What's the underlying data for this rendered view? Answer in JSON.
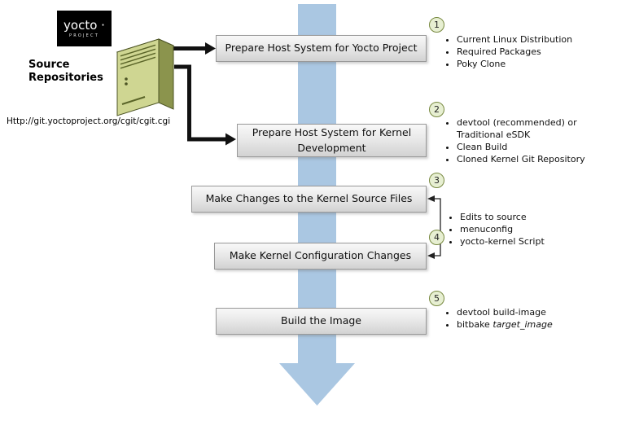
{
  "logo": {
    "brand": "yocto ·",
    "subtitle": "PROJECT"
  },
  "source": {
    "label_line1": "Source",
    "label_line2": "Repositories",
    "url": "Http://git.yoctoproject.org/cgit/cgit.cgi"
  },
  "steps": [
    {
      "num": "1",
      "label": "Prepare Host System for Yocto Project",
      "bullets": [
        "Current Linux Distribution",
        "Required Packages",
        "Poky Clone"
      ]
    },
    {
      "num": "2",
      "label": "Prepare Host System for Kernel Development",
      "bullets": [
        "devtool (recommended) or Traditional eSDK",
        "Clean Build",
        "Cloned Kernel Git Repository"
      ]
    },
    {
      "num": "3",
      "label": "Make Changes to the Kernel Source Files",
      "bullets": []
    },
    {
      "num": "4",
      "label": "Make Kernel Configuration Changes",
      "bullets": []
    },
    {
      "num": "5",
      "label": "Build the Image",
      "bullets": []
    }
  ],
  "shared_bullets_steps_3_4": [
    "Edits to source",
    "menuconfig",
    "yocto-kernel Script"
  ],
  "step5_bullets": {
    "first": "devtool build-image",
    "second_prefix": "bitbake ",
    "second_italic": "target_image"
  },
  "colors": {
    "flow_arrow_blue": "#aac7e2",
    "step_box_gray_top": "#f8f8f8",
    "step_box_gray_bottom": "#d2d2d2",
    "circle_fill": "#e7efd2",
    "circle_border": "#77883f",
    "server_olive": "#cfd692",
    "logo_background": "#000000",
    "connector_black": "#111111"
  }
}
